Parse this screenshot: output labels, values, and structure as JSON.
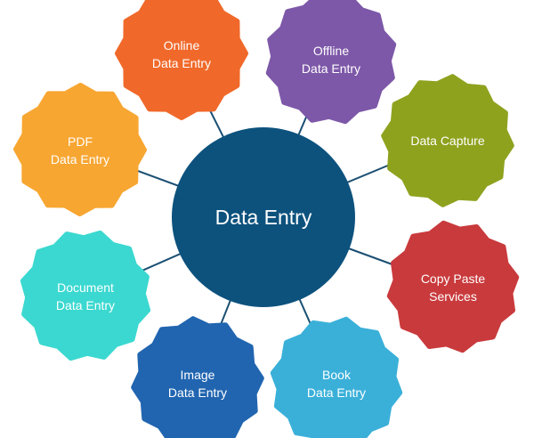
{
  "center": {
    "label": "Data Entry",
    "color": "#0d527d"
  },
  "line_color": "#1b4f72",
  "nodes": [
    {
      "id": "online",
      "line1": "Online",
      "line2": "Data Entry",
      "color": "#f0692a"
    },
    {
      "id": "offline",
      "line1": "Offline",
      "line2": "Data Entry",
      "color": "#7d58a8"
    },
    {
      "id": "data-capture",
      "line1": "Data Capture",
      "line2": "",
      "color": "#8fa21e"
    },
    {
      "id": "copy-paste",
      "line1": "Copy Paste",
      "line2": "Services",
      "color": "#c93a3c"
    },
    {
      "id": "book",
      "line1": "Book",
      "line2": "Data Entry",
      "color": "#3ab0d9"
    },
    {
      "id": "image",
      "line1": "Image",
      "line2": "Data Entry",
      "color": "#2165b0"
    },
    {
      "id": "document",
      "line1": "Document",
      "line2": "Data Entry",
      "color": "#3ad8d0"
    },
    {
      "id": "pdf",
      "line1": "PDF",
      "line2": "Data Entry",
      "color": "#f7a631"
    }
  ]
}
